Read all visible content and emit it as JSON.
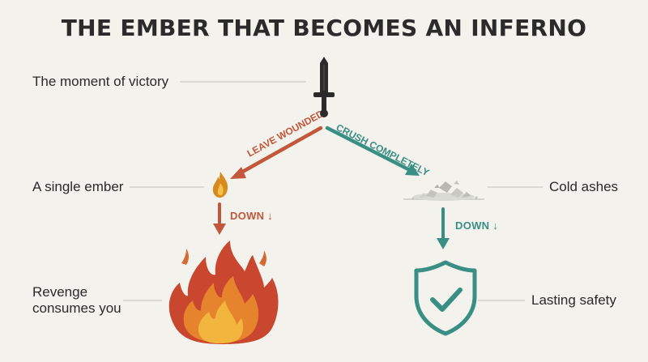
{
  "title": "THE EMBER THAT BECOMES AN INFERNO",
  "labels": {
    "moment": "The moment of victory",
    "ember": "A single ember",
    "ashes": "Cold ashes",
    "revenge_line1": "Revenge",
    "revenge_line2": "consumes you",
    "safety": "Lasting safety"
  },
  "branches": {
    "left": "LEAVE WOUNDED",
    "right": "CRUSH COMPLETELY",
    "down_left": "DOWN ↓",
    "down_right": "DOWN ↓"
  },
  "colors": {
    "left_branch": "#c2573b",
    "right_branch": "#3a8f84",
    "text": "#2a2a2a",
    "leader_line": "#c9c9c4"
  },
  "icons": {
    "top": "sword-icon",
    "left_small": "ember-flame-icon",
    "right_small": "ash-pile-icon",
    "left_big": "inferno-fire-icon",
    "right_big": "shield-check-icon"
  }
}
